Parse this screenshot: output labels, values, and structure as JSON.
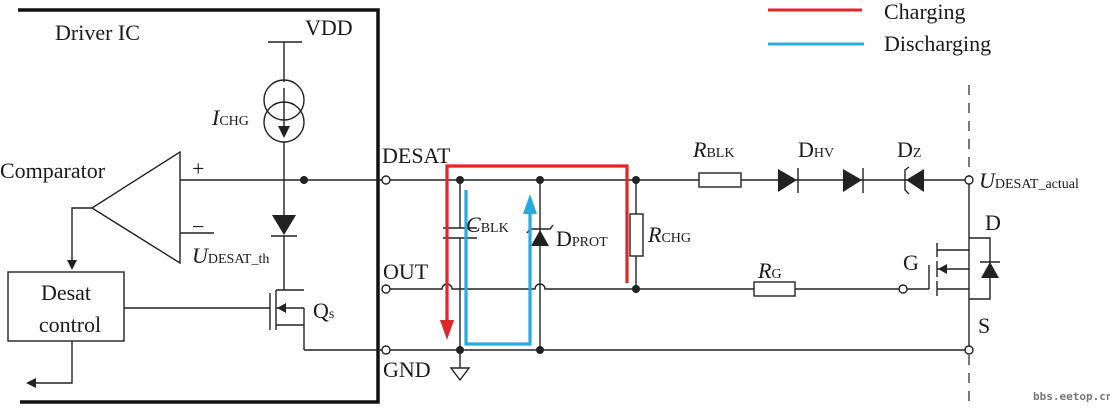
{
  "ic": {
    "title": "Driver IC",
    "vdd": "VDD",
    "comparator": "Comparator",
    "plus": "+",
    "minus": "−",
    "ichg_main": "I",
    "ichg_sub": "CHG",
    "uth_main": "U",
    "uth_sub": "DESAT_th",
    "desat_control_line1": "Desat",
    "desat_control_line2": "control",
    "qs_main": "Q",
    "qs_sub": "s"
  },
  "pins": {
    "desat": "DESAT",
    "out": "OUT",
    "gnd": "GND"
  },
  "components": {
    "cblk_main": "C",
    "cblk_sub": "BLK",
    "dprot_main": "D",
    "dprot_sub": "PROT",
    "rchg_main": "R",
    "rchg_sub": "CHG",
    "rblk_main": "R",
    "rblk_sub": "BLK",
    "dhv_main": "D",
    "dhv_sub": "HV",
    "dz_main": "D",
    "dz_sub": "Z",
    "rg_main": "R",
    "rg_sub": "G",
    "uact_main": "U",
    "uact_sub": "DESAT_actual",
    "drain": "D",
    "gate": "G",
    "source": "S"
  },
  "legend": [
    {
      "label": "Charging",
      "color": "#e02626"
    },
    {
      "label": "Discharging",
      "color": "#2aa9df"
    }
  ],
  "watermark": "bbs.eetop.cn"
}
